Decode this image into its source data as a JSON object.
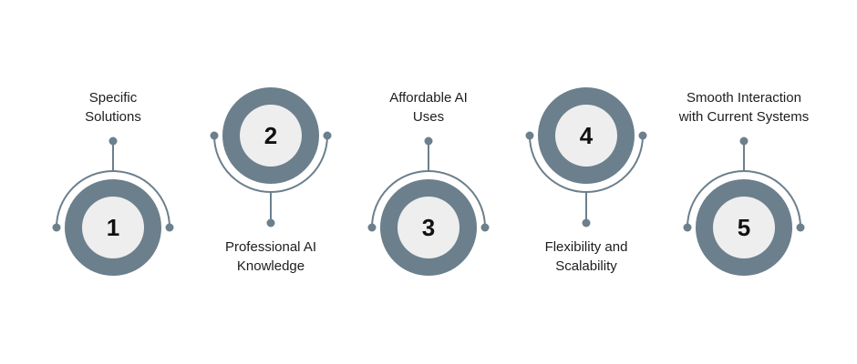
{
  "steps": [
    {
      "number": "1",
      "label_lines": [
        "Specific",
        "Solutions"
      ]
    },
    {
      "number": "2",
      "label_lines": [
        "Professional AI",
        "Knowledge"
      ]
    },
    {
      "number": "3",
      "label_lines": [
        "Affordable AI",
        "Uses"
      ]
    },
    {
      "number": "4",
      "label_lines": [
        "Flexibility and",
        "Scalability"
      ]
    },
    {
      "number": "5",
      "label_lines": [
        "Smooth Interaction",
        "with Current Systems"
      ]
    }
  ],
  "colors": {
    "ring": "#6c7f8c",
    "inner": "#eeeeee",
    "number_text": "#111111",
    "label_text": "#1d1d1d"
  }
}
